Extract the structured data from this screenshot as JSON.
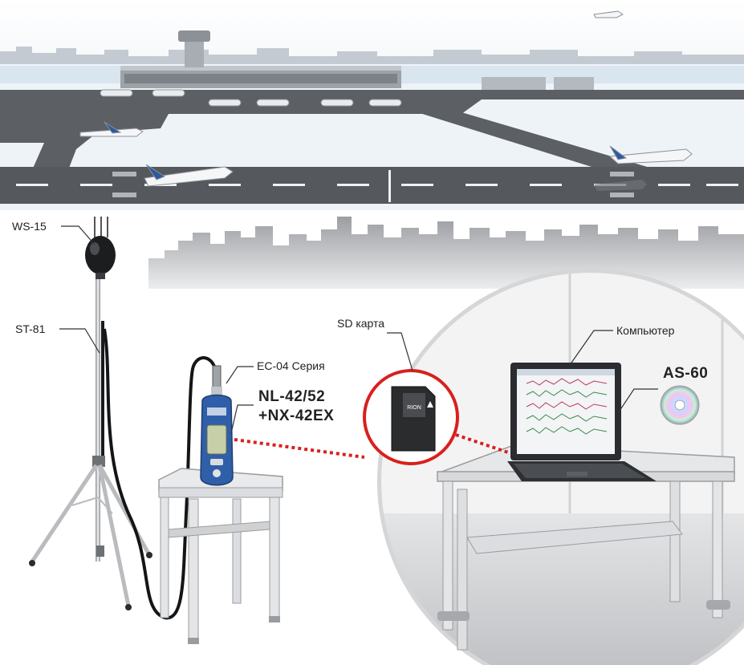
{
  "labels": {
    "windscreen": "WS-15",
    "stand": "ST-81",
    "cable": "EC-04 Серия",
    "meter_line1": "NL-42/52",
    "meter_line2": "+NX-42EX",
    "sd_card": "SD карта",
    "computer": "Компьютер",
    "software": "AS-60"
  },
  "sd_card_brand": "RION",
  "colors": {
    "sky_top": "#e6eef5",
    "runway": "#5c5f63",
    "grass": "#eef3f8",
    "building": "#8e9196",
    "meter_blue": "#2f5fa8",
    "link_red": "#d8201e",
    "room_gray": "#cfd1d4"
  }
}
